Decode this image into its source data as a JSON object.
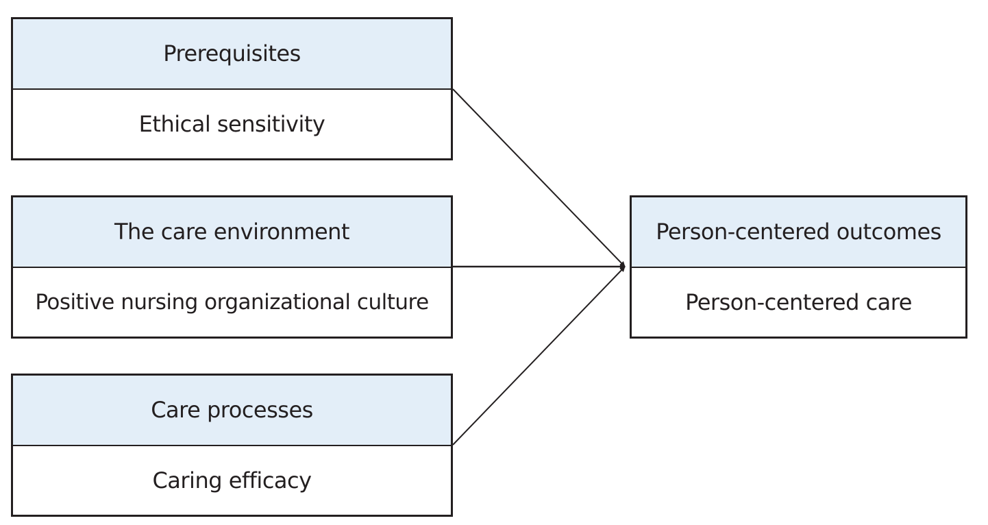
{
  "diagram": {
    "nodes": [
      {
        "id": "prerequisites",
        "heading": "Prerequisites",
        "content": "Ethical sensitivity"
      },
      {
        "id": "environment",
        "heading": "The care environment",
        "content": "Positive nursing organizational culture"
      },
      {
        "id": "processes",
        "heading": "Care processes",
        "content": "Caring efficacy"
      },
      {
        "id": "outcomes",
        "heading": "Person-centered outcomes",
        "content": "Person-centered care"
      }
    ],
    "edges": [
      {
        "from": "prerequisites",
        "to": "outcomes"
      },
      {
        "from": "environment",
        "to": "outcomes"
      },
      {
        "from": "processes",
        "to": "outcomes"
      }
    ],
    "colors": {
      "header_fill": "#e3eef8",
      "line": "#231f20"
    }
  }
}
